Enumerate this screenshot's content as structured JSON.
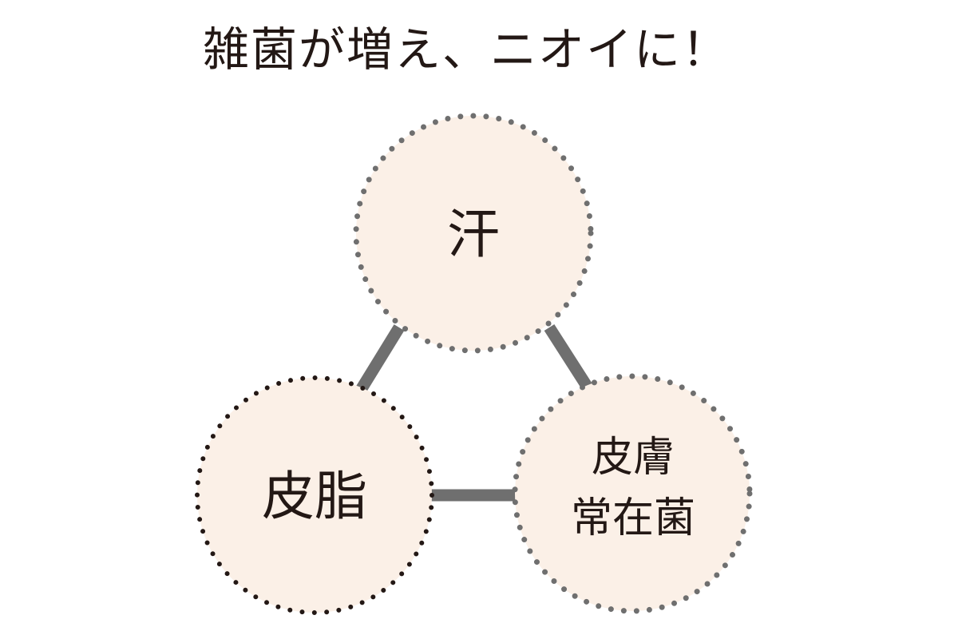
{
  "title": "雑菌が増え、ニオイに！",
  "diagram": {
    "nodes": {
      "sweat": {
        "label": "汗"
      },
      "sebum": {
        "label": "皮脂"
      },
      "flora": {
        "line1": "皮膚",
        "line2": "常在菌"
      }
    },
    "colors": {
      "circle_fill": "#fbf0e7",
      "dot_gray": "#6f6f6f",
      "dot_black": "#231815",
      "connector": "#6f6f6f",
      "text": "#231815"
    }
  }
}
